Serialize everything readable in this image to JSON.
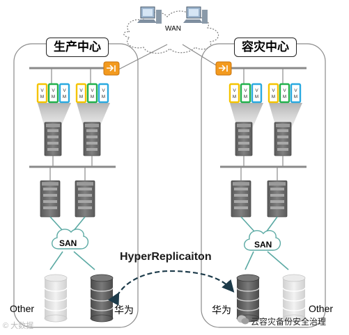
{
  "wan_label": "WAN",
  "production_center": "生产中心",
  "dr_center": "容灾中心",
  "vm_letters": [
    "V",
    "M"
  ],
  "san_label": "SAN",
  "replication_label": "HyperReplicaiton",
  "storage_other": "Other",
  "storage_huawei": "华为",
  "watermark_left": "© 大数据",
  "watermark_right": "云容灾备份安全治理",
  "colors": {
    "vm_yellow": "#f5c400",
    "vm_green": "#22b14c",
    "vm_blue": "#29a9e0",
    "firewall": "#f39a1e",
    "teal_link": "#5aa9a3",
    "server_dark": "#6d6d6d",
    "storage_dark": "#5b5b5b",
    "storage_light": "#d9d9d9",
    "replication_arrow": "#1d3b4a"
  }
}
